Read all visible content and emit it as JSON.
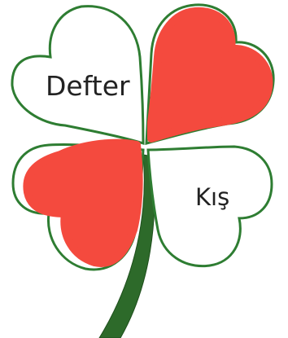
{
  "clover": {
    "leaves": [
      {
        "position": "top-left",
        "label": "Defter",
        "fill": "#ffffff",
        "colored": false
      },
      {
        "position": "top-right",
        "label": "",
        "fill": "#f44a3e",
        "colored": true
      },
      {
        "position": "bottom-left",
        "label": "",
        "fill": "#f44a3e",
        "colored": true
      },
      {
        "position": "bottom-right",
        "label": "Kış",
        "fill": "#ffffff",
        "colored": false
      }
    ],
    "outline_color": "#2e7d32",
    "stem_color": "#2d6a2a",
    "paint_color": "#f44a3e"
  }
}
